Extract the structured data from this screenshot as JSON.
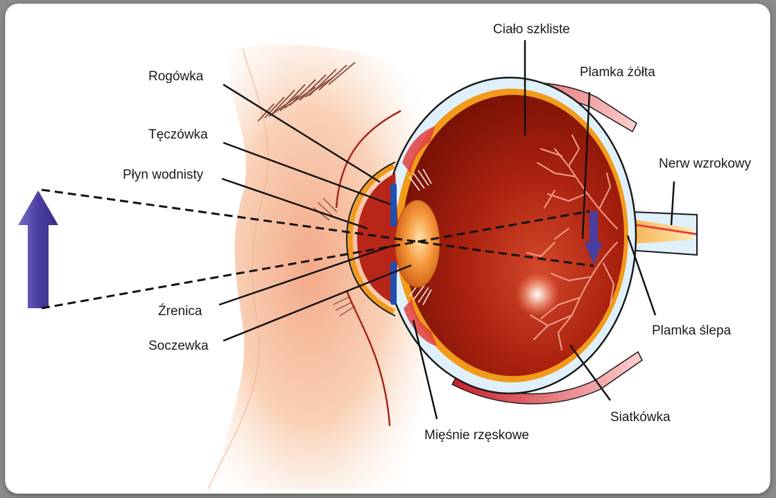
{
  "labels": {
    "cialo_szkliste": "Ciało szkliste",
    "rogowka": "Rogówka",
    "plamka_zolta": "Plamka żółta",
    "teczowka": "Tęczówka",
    "plyn_wodnisty": "Płyn wodnisty",
    "nerw_wzrokowy": "Nerw wzrokowy",
    "zrenica": "Źrenica",
    "soczewka": "Soczewka",
    "plamka_slepa": "Plamka ślepa",
    "siatkowka": "Siatkówka",
    "miesnie_rzeskowe": "Mięśnie rzęskowe"
  },
  "colors": {
    "skin": "#f6c2a2",
    "eyeball": "#a8200e",
    "sclera": "#dff0fa",
    "choroid": "#f29a1a",
    "iris": "#1f4fb0",
    "lens": "#f07b2a",
    "arrow": "#4a3ea0",
    "vessels": "#f4a08a",
    "muscle": "#e04040"
  }
}
